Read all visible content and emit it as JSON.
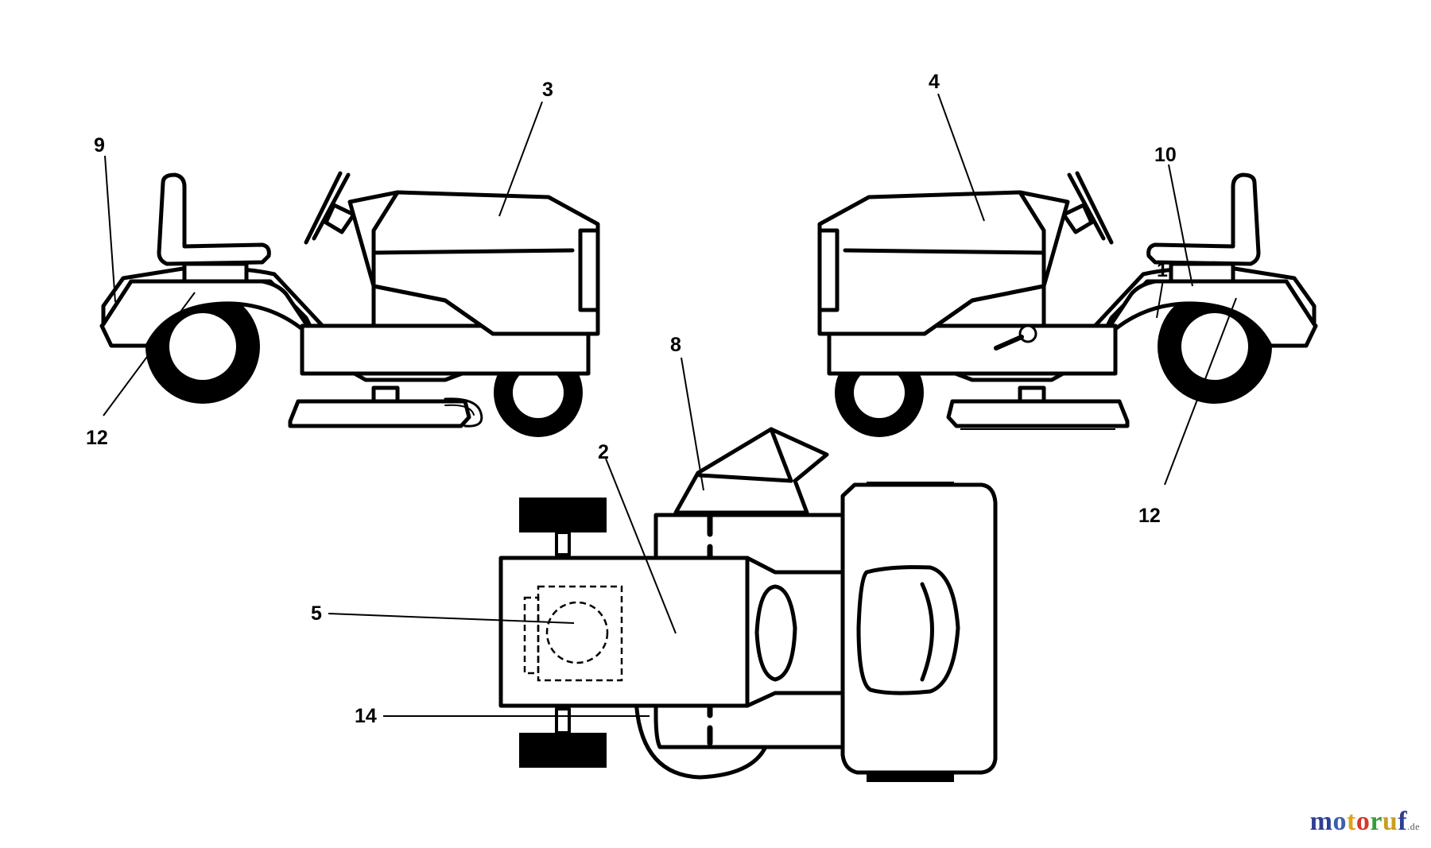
{
  "callouts": {
    "left_view": {
      "l3": "3",
      "l9": "9",
      "l12": "12"
    },
    "right_view": {
      "l4": "4",
      "l10": "10",
      "l1": "1",
      "l12": "12"
    },
    "top_view": {
      "l8": "8",
      "l2": "2",
      "l5": "5",
      "l14": "14"
    }
  },
  "watermark": {
    "parts": [
      "m",
      "o",
      "t",
      "o",
      "r",
      "u",
      "f"
    ],
    "suffix": ".de",
    "colors": [
      "#2e3f96",
      "#3a5fb0",
      "#e0a21c",
      "#d13a2a",
      "#3a9a3a",
      "#c8a020",
      "#2e3f96"
    ]
  }
}
